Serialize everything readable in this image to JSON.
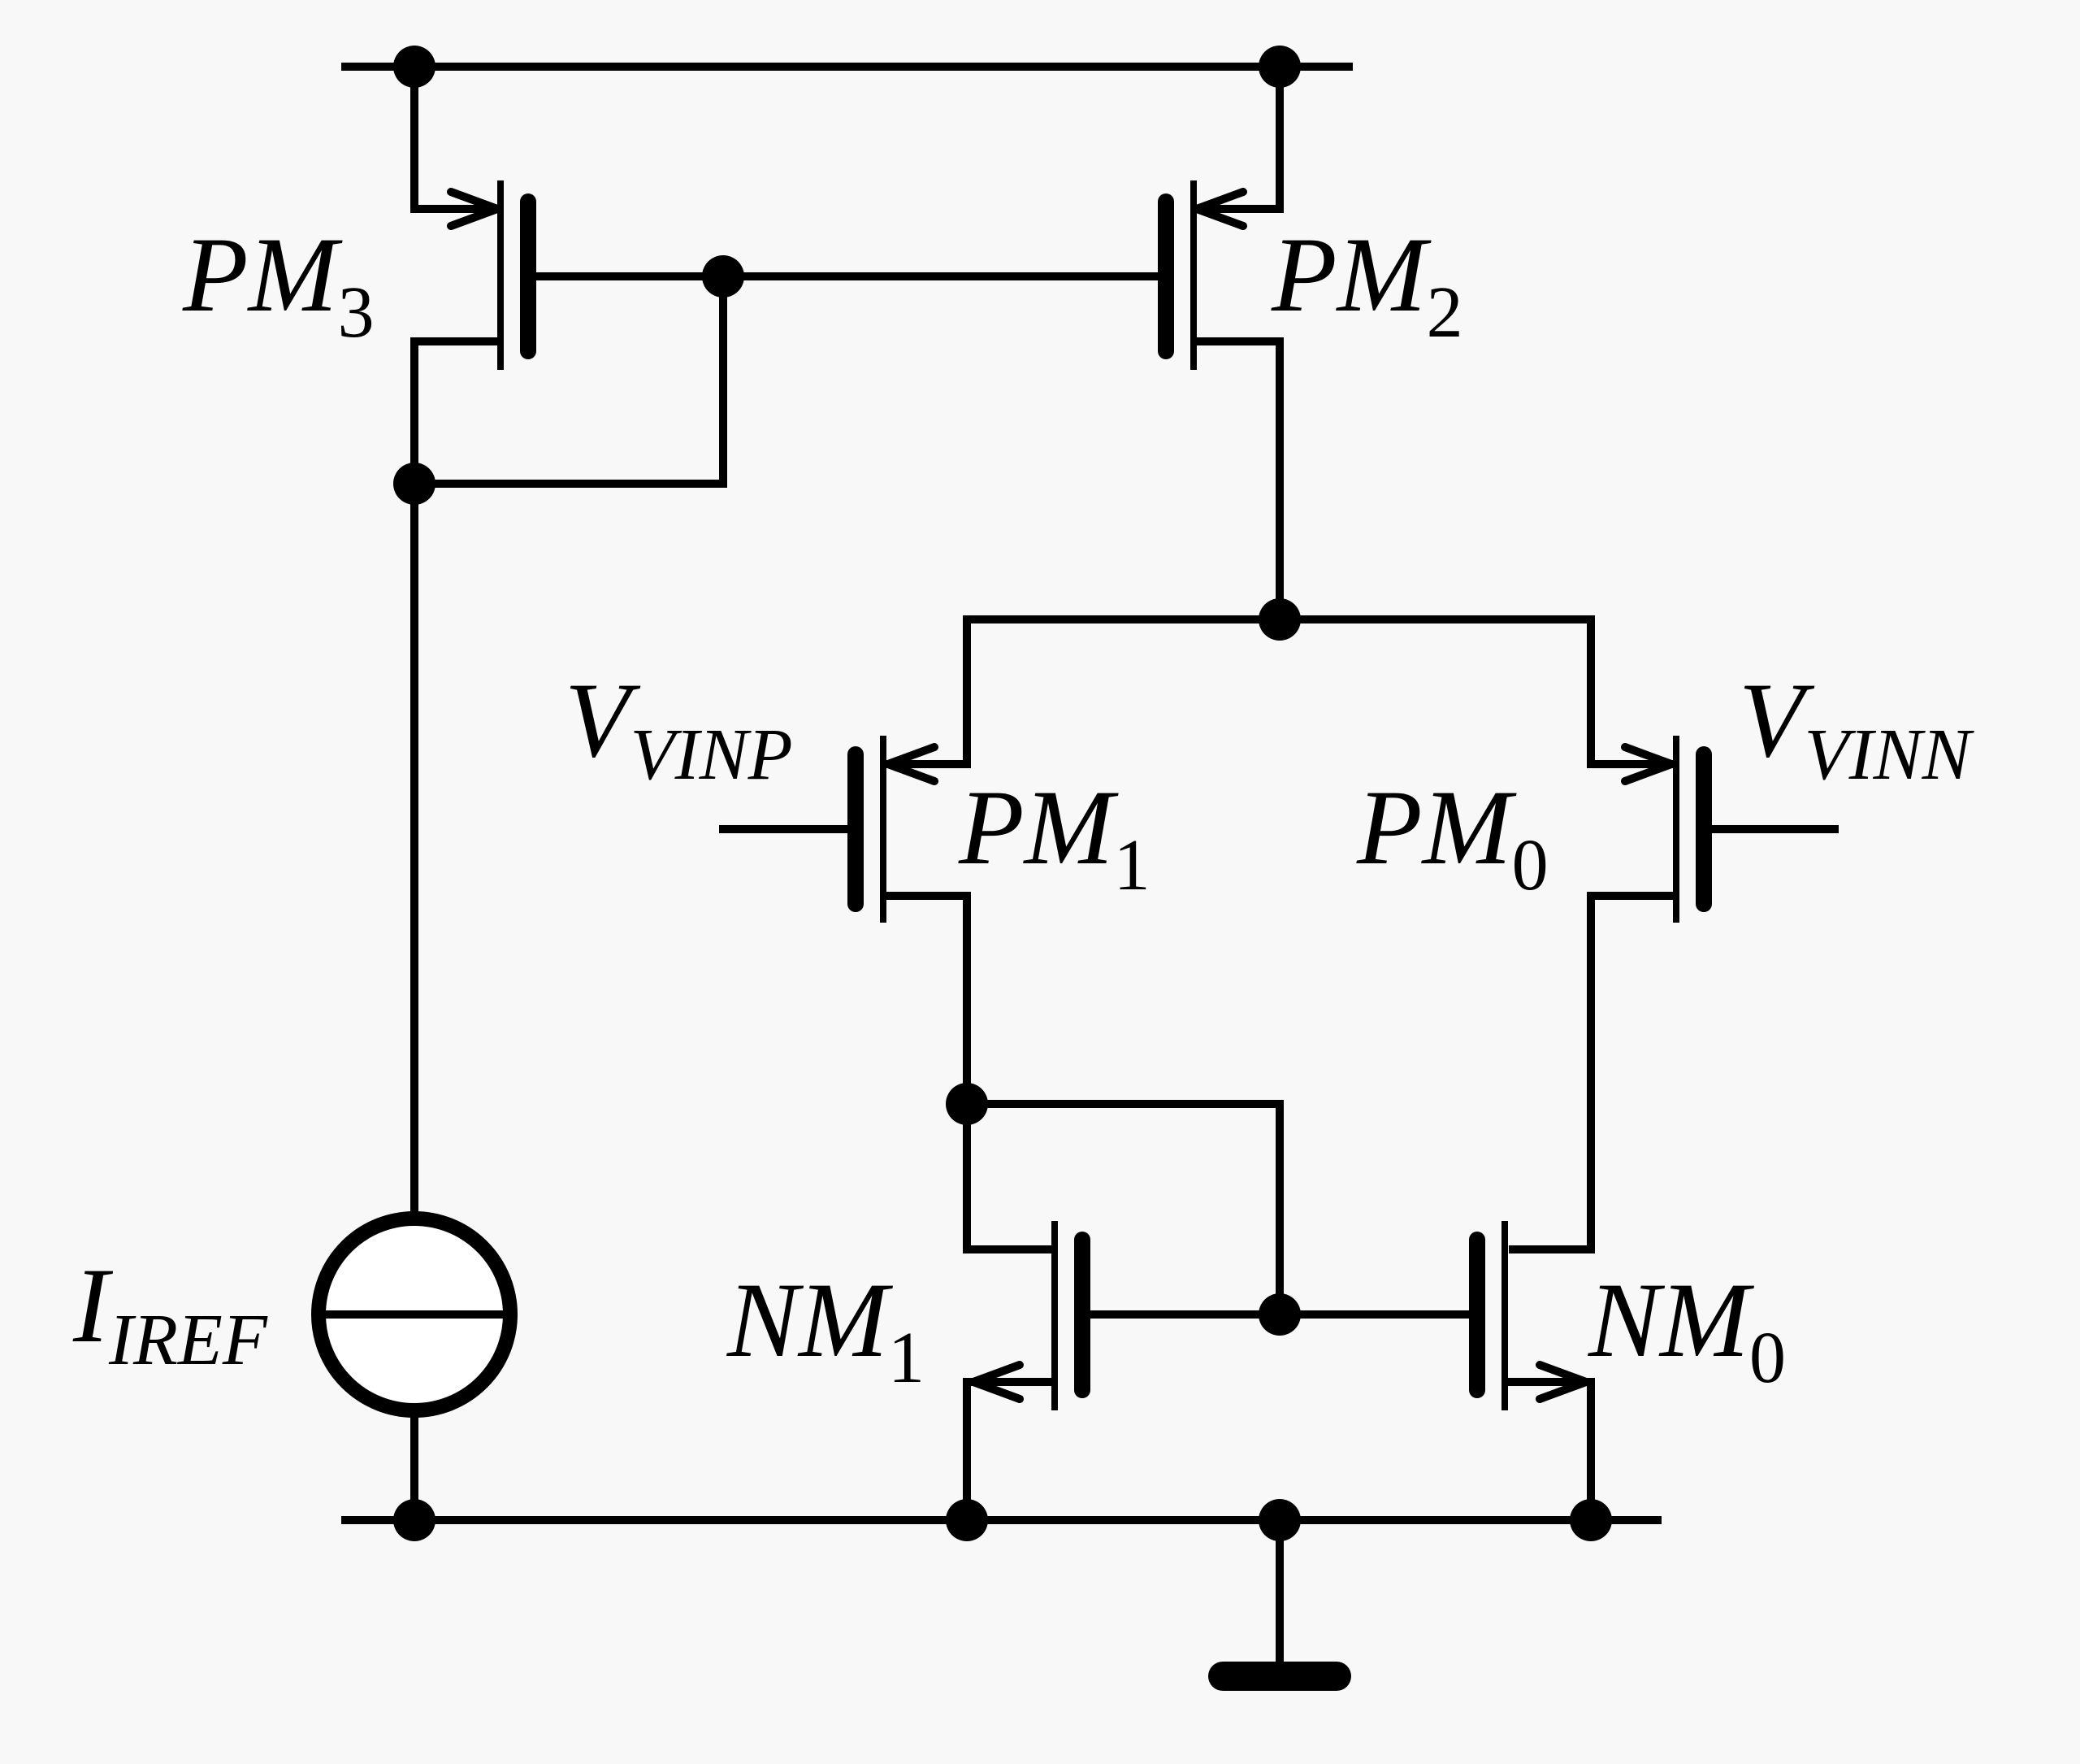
{
  "labels": {
    "pm3": {
      "main": "PM",
      "sub": "3"
    },
    "pm2": {
      "main": "PM",
      "sub": "2"
    },
    "pm1": {
      "main": "PM",
      "sub": "1"
    },
    "pm0": {
      "main": "PM",
      "sub": "0"
    },
    "nm1": {
      "main": "NM",
      "sub": "1"
    },
    "nm0": {
      "main": "NM",
      "sub": "0"
    },
    "vinp": {
      "main": "V",
      "sub": "VINP"
    },
    "vinn": {
      "main": "V",
      "sub": "VINN"
    },
    "iref": {
      "main": "I",
      "sub": "IREF"
    }
  }
}
